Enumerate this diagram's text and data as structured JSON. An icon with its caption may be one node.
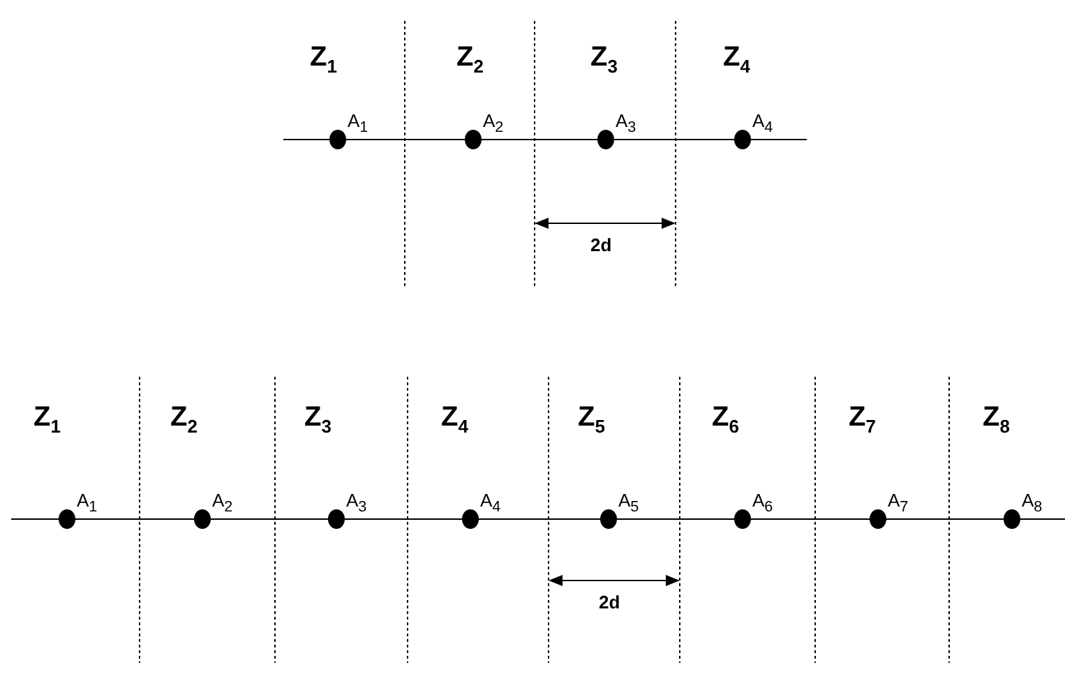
{
  "diagram": {
    "nodes": [
      {
        "text": [],
        "shape": "circle",
        "beside": [
          "A$_{1}$"
        ]
      },
      {
        "text": [],
        "shape": "circle",
        "beside": [
          "A$_{2}$"
        ]
      },
      {
        "text": [],
        "shape": "circle",
        "beside": [
          "A$_{3}$"
        ]
      },
      {
        "text": [],
        "shape": "circle",
        "beside": [
          "A$_{4}$"
        ]
      },
      {
        "text": [],
        "shape": "circle",
        "beside": [
          "A$_{1}$"
        ]
      },
      {
        "text": [],
        "shape": "circle",
        "beside": [
          "A$_{2}$"
        ]
      },
      {
        "text": [],
        "shape": "circle",
        "beside": [
          "A$_{3}$"
        ]
      },
      {
        "text": [],
        "shape": "circle",
        "beside": [
          "A$_{4}$"
        ]
      },
      {
        "text": [],
        "shape": "circle",
        "beside": [
          "A$_{5}$"
        ]
      },
      {
        "text": [],
        "shape": "circle",
        "beside": [
          "A$_{6}$"
        ]
      },
      {
        "text": [],
        "shape": "circle",
        "beside": [
          "A$_{7}$"
        ]
      },
      {
        "text": [],
        "shape": "circle",
        "beside": [
          "A$_{8}$"
        ]
      }
    ],
    "edges": [
      {
        "from": 0,
        "to": 1,
        "arrow": "none"
      },
      {
        "from": 1,
        "to": 2,
        "arrow": "none"
      },
      {
        "from": 2,
        "to": 3,
        "arrow": "none"
      },
      {
        "from": 4,
        "to": 5,
        "arrow": "none"
      },
      {
        "from": 5,
        "to": 6,
        "arrow": "none"
      },
      {
        "from": 6,
        "to": 7,
        "arrow": "none"
      },
      {
        "from": 7,
        "to": 8,
        "arrow": "none"
      },
      {
        "from": 8,
        "to": 9,
        "arrow": "none"
      },
      {
        "from": 9,
        "to": 10,
        "arrow": "none"
      },
      {
        "from": 10,
        "to": 11,
        "arrow": "none"
      }
    ],
    "labels": [
      "Z$_{1}$",
      "Z$_{2}$",
      "Z$_{3}$",
      "Z$_{4}$",
      "2d",
      "Z$_{1}$",
      "Z$_{2}$",
      "Z$_{3}$",
      "Z$_{4}$",
      "Z$_{5}$",
      "Z$_{6}$",
      "Z$_{7}$",
      "Z$_{8}$",
      "2d"
    ]
  }
}
